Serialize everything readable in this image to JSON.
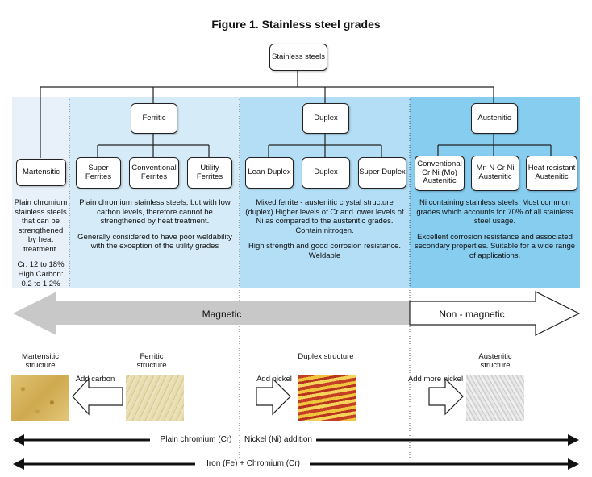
{
  "title": "Figure 1. Stainless steel grades",
  "root": "Stainless steels",
  "families": {
    "martensitic": {
      "name": "Martensitic",
      "description": [
        "Plain chromium stainless steels that can be strengthened by heat treatment.",
        "Cr: 12 to 18% High Carbon: 0.2 to 1.2%"
      ]
    },
    "ferritic": {
      "name": "Ferritic",
      "subtypes": [
        "Super Ferrites",
        "Conventional Ferrites",
        "Utility Ferrites"
      ],
      "description": [
        "Plain chromium stainless steels, but with low carbon levels, therefore cannot be strengthened by heat treatment.",
        "Generally considered to have poor weldability with the exception of the utility grades"
      ]
    },
    "duplex": {
      "name": "Duplex",
      "subtypes": [
        "Lean Duplex",
        "Duplex",
        "Super Duplex"
      ],
      "description": [
        "Mixed ferrite - austenitic crystal structure (duplex) Higher levels of Cr and lower levels of Ni as compared to the austenitic grades. Contain nitrogen.",
        "High strength and good corrosion resistance. Weldable"
      ]
    },
    "austenitic": {
      "name": "Austenitic",
      "subtypes": [
        "Conventional Cr Ni (Mo) Austenitic",
        "Mn N Cr Ni Austenitic",
        "Heat resistant Austenitic"
      ],
      "description": [
        "Ni containing stainless steels. Most common grades which accounts for 70% of all stainless steel usage.",
        "Excellent corrosion resistance and associated secondary properties. Suitable for a wide range of applications."
      ]
    }
  },
  "magnetic_label": "Magnetic",
  "non_magnetic_label": "Non - magnetic",
  "structures": {
    "martensitic": "Martensitic structure",
    "ferritic": "Ferritic structure",
    "duplex": "Duplex structure",
    "austenitic": "Austenitic structure"
  },
  "additions": {
    "carbon": "Add carbon",
    "nickel": "Add nickel",
    "more_nickel": "Add more nickel"
  },
  "arrows": {
    "chromium_nickel": "Plain chromium (Cr)",
    "nickel_addition": "Nickel (Ni) addition",
    "iron_chromium": "Iron (Fe) + Chromium (Cr)"
  },
  "colors": {
    "martensitic_panel": "#e8f1fa",
    "ferritic_panel": "#d6ebf8",
    "duplex_panel": "#b3def6",
    "austenitic_panel": "#87cdf0",
    "magnetic_arrow": "#c8c8c8",
    "martensite_swatch": "#d9b95f",
    "ferrite_swatch": "#e4d7a6",
    "duplex_swatch": "#c7452a",
    "austenite_swatch": "#d6d6d6"
  }
}
